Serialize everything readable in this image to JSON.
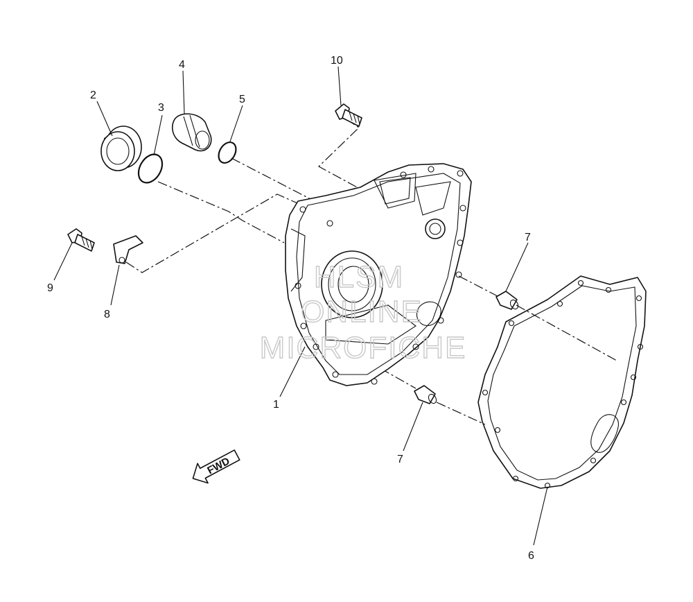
{
  "callouts": {
    "c1": "1",
    "c2": "2",
    "c3": "3",
    "c4": "4",
    "c5": "5",
    "c6": "6",
    "c7a": "7",
    "c7b": "7",
    "c8": "8",
    "c9": "9",
    "c10": "10"
  },
  "watermark": {
    "line1": "HLSM",
    "line2": "ONLINE",
    "line3": "MICROFICHE"
  },
  "direction_arrow": {
    "label": "FWD"
  },
  "colors": {
    "ink": "#111111",
    "watermark": "#c8c8c8",
    "background": "#ffffff"
  }
}
